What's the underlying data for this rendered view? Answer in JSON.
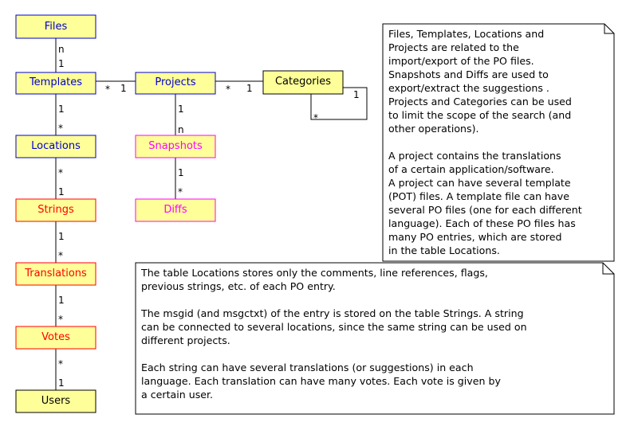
{
  "colors": {
    "entity_fill": "#ffff99",
    "entity_border_default": "#0000cc",
    "entity_border_red": "#ff0000",
    "entity_border_pink": "#ff00ff",
    "text_blue": "#0000cc",
    "text_red": "#ff0000",
    "text_pink": "#ff00ff",
    "line": "#000000",
    "note_fill": "#ffffff"
  },
  "entities": {
    "files": "Files",
    "templates": "Templates",
    "projects": "Projects",
    "categories": "Categories",
    "locations": "Locations",
    "snapshots": "Snapshots",
    "strings": "Strings",
    "diffs": "Diffs",
    "translations": "Translations",
    "votes": "Votes",
    "users": "Users"
  },
  "relations": {
    "files_templates": {
      "files_end": "n",
      "templates_end": "1"
    },
    "templates_projects": {
      "templates_end": "*",
      "projects_end": "1"
    },
    "projects_categories": {
      "projects_end": "*",
      "categories_end": "1"
    },
    "categories_self": {
      "end_a": "1",
      "end_b": "*"
    },
    "templates_locations": {
      "templates_end": "1",
      "locations_end": "*"
    },
    "projects_snapshots": {
      "projects_end": "1",
      "snapshots_end": "n"
    },
    "snapshots_diffs": {
      "snapshots_end": "1",
      "diffs_end": "*"
    },
    "locations_strings": {
      "locations_end": "*",
      "strings_end": "1"
    },
    "strings_translations": {
      "strings_end": "1",
      "translations_end": "*"
    },
    "translations_votes": {
      "translations_end": "1",
      "votes_end": "*"
    },
    "votes_users": {
      "votes_end": "*",
      "users_end": "1"
    }
  },
  "notes": {
    "right": [
      "Files, Templates, Locations and",
      "Projects are related to the",
      "import/export of the PO files.",
      "Snapshots and Diffs are used to",
      "export/extract the suggestions .",
      "Projects and Categories can be used",
      "to limit the scope of the search (and",
      "other operations).",
      "",
      "A project contains the translations",
      "of a certain application/software.",
      "A project can have several template",
      "(POT) files. A template file can have",
      "several PO files (one for each different",
      "language). Each of these PO files has",
      "many PO entries, which are stored",
      "in the table Locations."
    ],
    "bottom": [
      "The table Locations stores only the comments, line references, flags,",
      "previous strings, etc. of each PO entry.",
      "",
      "The msgid (and msgctxt) of the entry is stored on the table Strings. A string",
      "can be connected to several locations, since the same string can be used on",
      "different projects.",
      "",
      "Each string can have several translations (or suggestions) in each",
      "language. Each translation can have many votes. Each vote is given by",
      "a certain user."
    ]
  }
}
